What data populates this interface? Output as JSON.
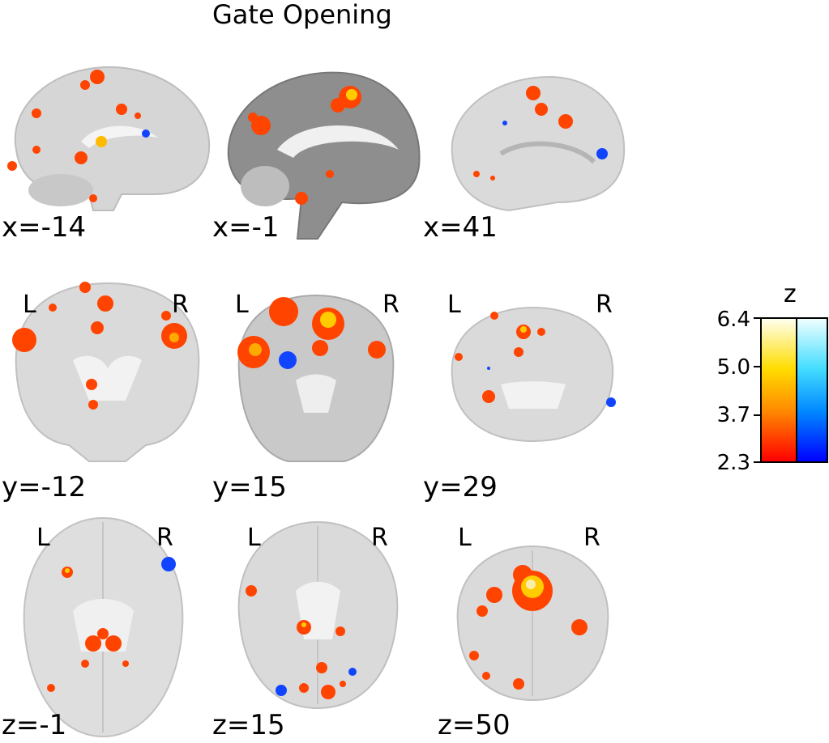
{
  "title": "Gate Opening",
  "rows": [
    {
      "view": "sagittal",
      "slices": [
        {
          "coord": "x=-14",
          "orient_left": "",
          "orient_right": ""
        },
        {
          "coord": "x=-1",
          "orient_left": "",
          "orient_right": ""
        },
        {
          "coord": "x=41",
          "orient_left": "",
          "orient_right": ""
        }
      ]
    },
    {
      "view": "coronal",
      "slices": [
        {
          "coord": "y=-12",
          "orient_left": "L",
          "orient_right": "R"
        },
        {
          "coord": "y=15",
          "orient_left": "L",
          "orient_right": "R"
        },
        {
          "coord": "y=29",
          "orient_left": "L",
          "orient_right": "R"
        }
      ]
    },
    {
      "view": "axial",
      "slices": [
        {
          "coord": "z=-1",
          "orient_left": "L",
          "orient_right": "R"
        },
        {
          "coord": "z=15",
          "orient_left": "L",
          "orient_right": "R"
        },
        {
          "coord": "z=50",
          "orient_left": "L",
          "orient_right": "R"
        }
      ]
    }
  ],
  "colorbar": {
    "label": "z",
    "ticks": [
      "6.4",
      "5.0",
      "3.7",
      "2.3"
    ],
    "positive_colors": [
      "#ff0000",
      "#ff8800",
      "#ffdd00",
      "#ffffee"
    ],
    "negative_colors": [
      "#0000ff",
      "#0088ff",
      "#44ddff",
      "#eeffff"
    ]
  },
  "colors": {
    "brain_light": "#d8d8d8",
    "brain_dark": "#8a8a8a",
    "activation_hot": "#ff3300",
    "activation_yellow": "#ffcc00",
    "activation_cold": "#0044ff"
  }
}
